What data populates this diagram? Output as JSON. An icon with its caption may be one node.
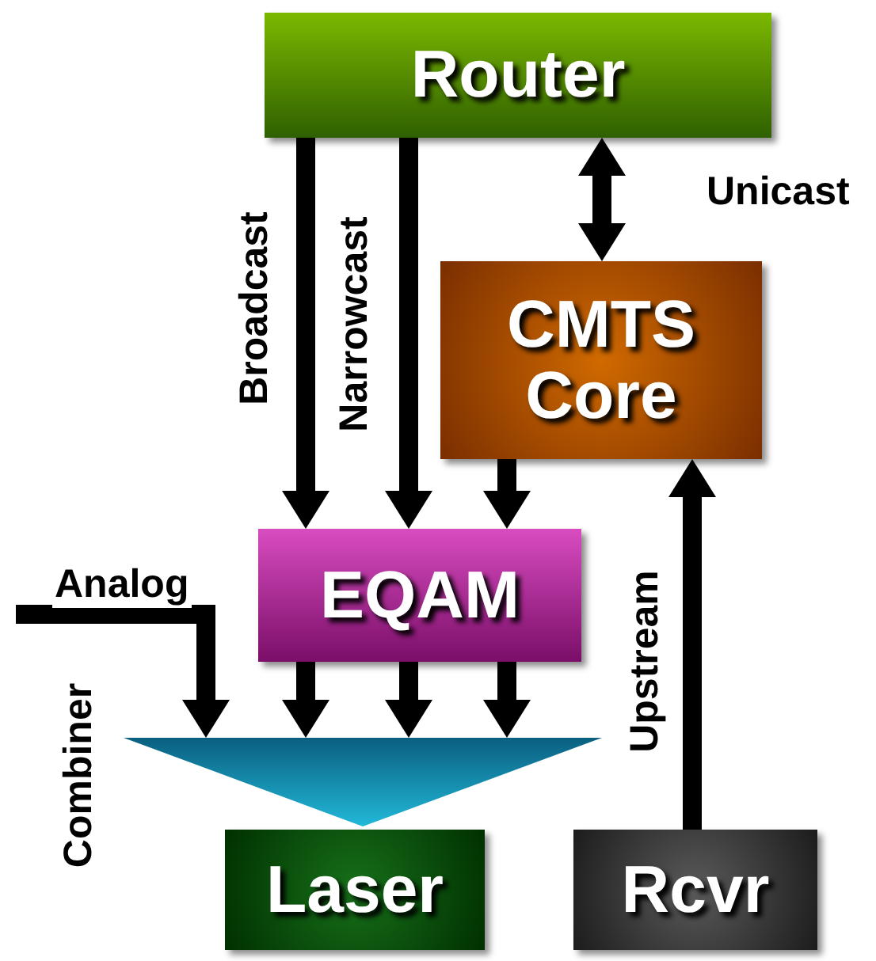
{
  "diagram": {
    "nodes": [
      {
        "text": [
          "Router"
        ]
      },
      {
        "text": [
          "CMTS Core"
        ]
      },
      {
        "text": [
          "EQAM"
        ]
      },
      {
        "text": [],
        "shape": "triangle",
        "beside": [
          "Combiner"
        ]
      },
      {
        "text": [
          "Laser"
        ]
      },
      {
        "text": [
          "Rcvr"
        ]
      }
    ],
    "edges": [
      {
        "from": 0,
        "to": 2,
        "arrow": "to",
        "label": "Broadcast"
      },
      {
        "from": 0,
        "to": 2,
        "arrow": "to",
        "label": "Narrowcast"
      },
      {
        "from": 0,
        "to": 1,
        "arrow": "both",
        "label": "Unicast"
      },
      {
        "from": 1,
        "to": 2,
        "arrow": "to"
      },
      {
        "from": null,
        "to": 3,
        "arrow": "to",
        "label": "Analog"
      },
      {
        "from": 2,
        "to": 3,
        "arrow": "to"
      },
      {
        "from": 2,
        "to": 3,
        "arrow": "to"
      },
      {
        "from": 2,
        "to": 3,
        "arrow": "to"
      },
      {
        "from": 5,
        "to": 1,
        "arrow": "to",
        "label": "Upstream"
      }
    ]
  }
}
